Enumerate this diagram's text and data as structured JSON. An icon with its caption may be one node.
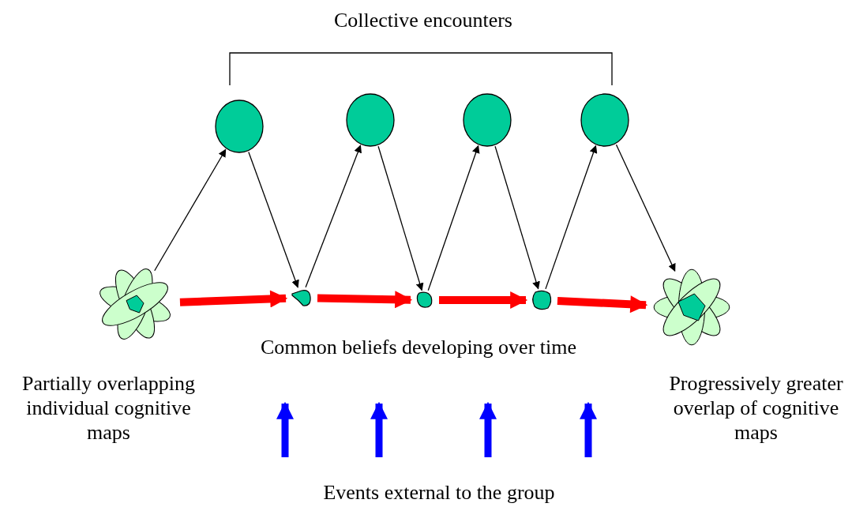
{
  "diagram": {
    "nodes": [
      {
        "text": [],
        "shape": "picture",
        "beside": [
          "Partially overlapping individual cognitive maps"
        ]
      },
      {
        "text": [],
        "shape": "circle"
      },
      {
        "text": [],
        "shape": "blob"
      },
      {
        "text": [],
        "shape": "circle"
      },
      {
        "text": [],
        "shape": "blob"
      },
      {
        "text": [],
        "shape": "circle"
      },
      {
        "text": [],
        "shape": "blob"
      },
      {
        "text": [],
        "shape": "circle"
      },
      {
        "text": [],
        "shape": "picture",
        "beside": [
          "Progressively greater overlap of cognitive maps"
        ]
      }
    ],
    "edges": [
      {
        "from": 0,
        "to": 1,
        "arrow": "to"
      },
      {
        "from": 1,
        "to": 2,
        "arrow": "to"
      },
      {
        "from": 2,
        "to": 3,
        "arrow": "to"
      },
      {
        "from": 3,
        "to": 4,
        "arrow": "to"
      },
      {
        "from": 4,
        "to": 5,
        "arrow": "to"
      },
      {
        "from": 5,
        "to": 6,
        "arrow": "to"
      },
      {
        "from": 6,
        "to": 7,
        "arrow": "to"
      },
      {
        "from": 7,
        "to": 8,
        "arrow": "to"
      },
      {
        "from": 0,
        "to": 2,
        "arrow": "to",
        "style": "thick",
        "color": "#ff0000"
      },
      {
        "from": 2,
        "to": 4,
        "arrow": "to",
        "style": "thick",
        "color": "#ff0000"
      },
      {
        "from": 4,
        "to": 6,
        "arrow": "to",
        "style": "thick",
        "color": "#ff0000"
      },
      {
        "from": 6,
        "to": 8,
        "arrow": "to",
        "style": "thick",
        "color": "#ff0000"
      }
    ],
    "labels": [
      "Collective encounters",
      "Common beliefs developing over time",
      "Events external to the group"
    ]
  }
}
